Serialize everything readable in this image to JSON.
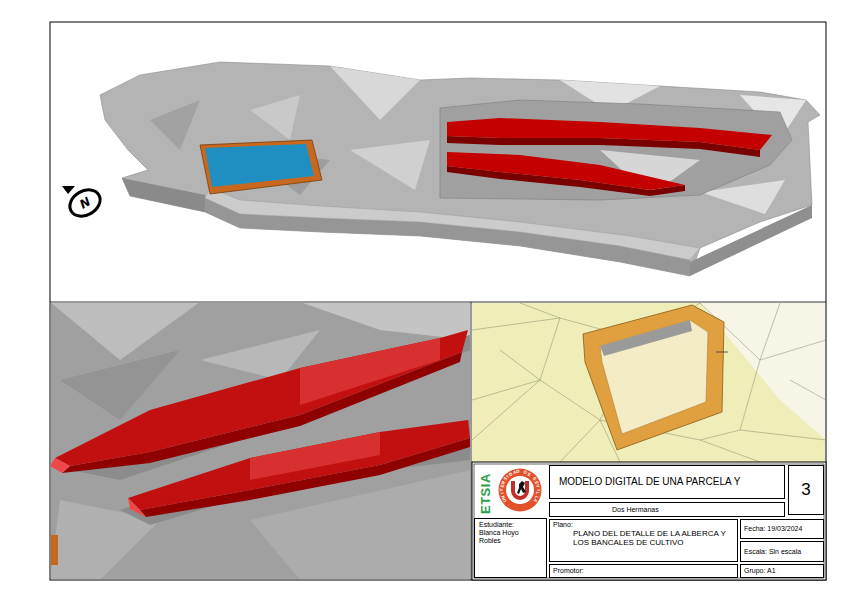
{
  "diagram": {
    "nodes": [
      {
        "text": [
          "ETSIA",
          "UNIVERSIDAD DE SEVILLA"
        ]
      },
      {
        "text": [
          "MODELO DIGITAL DE UNA PARCELA Y"
        ]
      },
      {
        "text": [
          "3"
        ]
      },
      {
        "text": [
          "Dos Hermanas"
        ]
      },
      {
        "text": [
          "Estudiante:",
          "Blanca Hoyo Robles"
        ]
      },
      {
        "text": [
          "Plano:",
          "PLANO DEL DETALLE DE LA ALBERCA Y LOS BANCALES DE CULTIVO"
        ]
      },
      {
        "text": [
          "Fecha: 19/03/2024"
        ]
      },
      {
        "text": [
          "Escala: Sin escala"
        ]
      },
      {
        "text": [
          "Promotor:"
        ]
      },
      {
        "text": [
          "Grupo: A1"
        ]
      }
    ],
    "labels": [
      "N"
    ]
  }
}
